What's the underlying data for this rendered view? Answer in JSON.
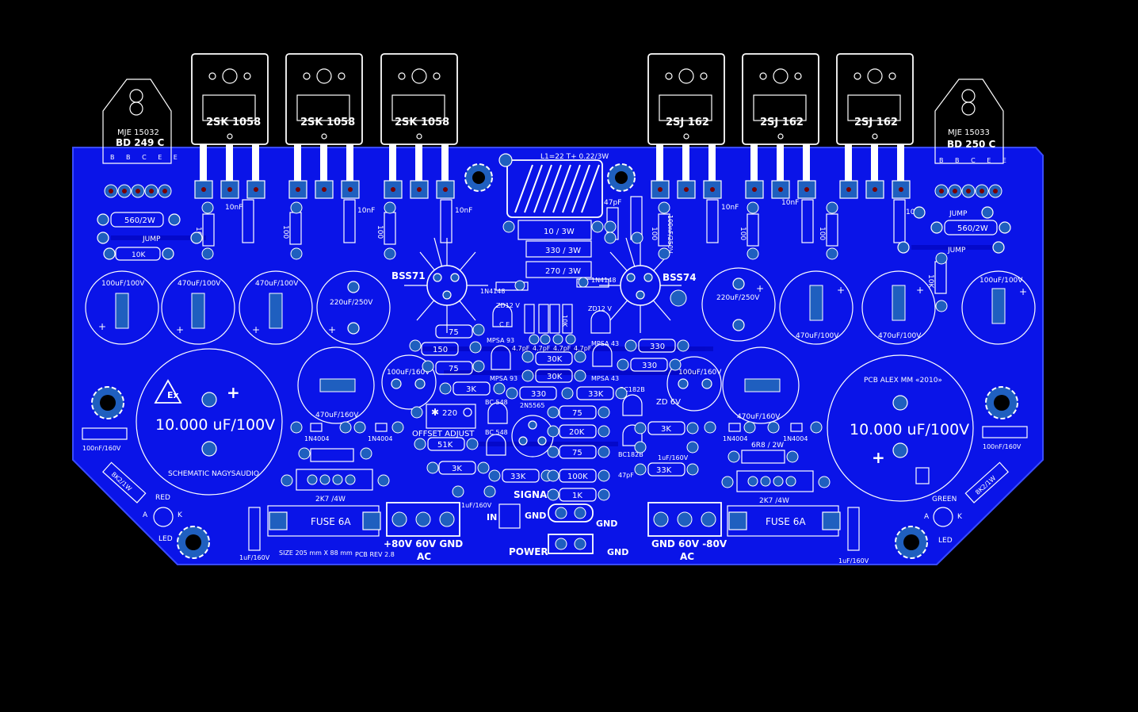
{
  "colors": {
    "background": "#000000",
    "board": "#0a14e8",
    "board_edge": "#3a4cff",
    "silkscreen": "#ffffff",
    "pad": "#1f5fbf",
    "trace": "#0000b8"
  },
  "transistors_top": [
    {
      "label": "MJE 15032",
      "label2": "BD 249 C",
      "pins": "B B C E E"
    },
    {
      "label": "2SK 1058"
    },
    {
      "label": "2SK 1058"
    },
    {
      "label": "2SK 1058"
    },
    {
      "label": "2SJ 162"
    },
    {
      "label": "2SJ 162"
    },
    {
      "label": "2SJ 162"
    },
    {
      "label": "MJE 15033",
      "label2": "BD 250 C",
      "pins": "B B C E E"
    }
  ],
  "inductor_label": "L1=22 T+ 0.22/3W",
  "resistors": {
    "r10_3w": "10 / 3W",
    "r330_3w": "330 / 3W",
    "r270_3w": "270 / 3W",
    "r560_2w": "560/2W",
    "r10k": "10K",
    "r100": "100",
    "r75": "75",
    "r150": "150",
    "r3k": "3K",
    "r51k": "51K",
    "r33k": "33K",
    "r330": "330",
    "r30k": "30K",
    "r20k": "20K",
    "r100k": "100K",
    "r1k": "1K",
    "r220": "220",
    "r8k2": "8K2/1W",
    "r2k7": "2K7 /4W",
    "r6r8": "6R8 / 2W"
  },
  "caps": {
    "c10nf": "10nF",
    "c100nf_160": "100nF/160V",
    "c100uf_100": "100uF/100V",
    "c470uf_100": "470uF/100V",
    "c220uf_250": "220uF/250V",
    "c100uf_160": "100uF/160V",
    "c470uf_160": "470uF/160V",
    "c47pf": "47pF",
    "c4_7pf": "4.7pF",
    "c1uf_160": "1uF/160V",
    "c100nf_250": "100nF/250V",
    "big_left": "10.000 uF/100V",
    "big_right": "10.000 uF/100V"
  },
  "labels": {
    "bss71": "BSS71",
    "bss74": "BSS74",
    "jump": "JUMP",
    "n4148": "1N4148",
    "n4004": "1N4004",
    "zd12": "ZD12 V",
    "zd6": "ZD 6V",
    "mpsa93": "MPSA 93",
    "mpsa43": "MPSA 43",
    "bc548": "BC 548",
    "bc182b": "BC182B",
    "n5565": "2N5565",
    "offset": "OFFSET ADJUST",
    "schematic": "SCHEMATIC NAGYSAUDIO",
    "pcb_alex": "PCB ALEX MM «2010»",
    "fuse": "FUSE 6A",
    "signal": "SIGNAL",
    "in": "IN",
    "gnd": "GND",
    "power": "POWER",
    "v_left": "+80V  60V   GND",
    "v_right": "GND  60V -80V",
    "ac": "AC",
    "red": "RED",
    "green": "GREEN",
    "led": "LED",
    "a": "A",
    "k": "K",
    "size": "SIZE 205 mm X 88 mm",
    "rev": "PCB REV 2.8",
    "ce": "C E",
    "b": "B",
    "c": "C",
    "e": "E"
  }
}
